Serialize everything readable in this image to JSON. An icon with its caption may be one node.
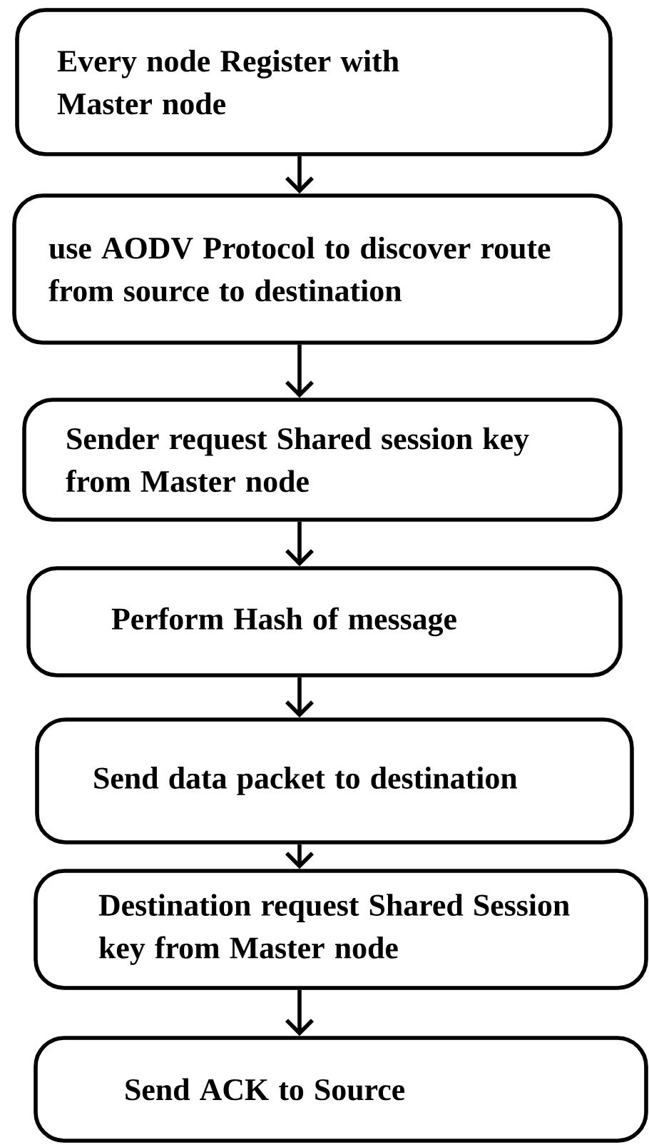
{
  "diagram": {
    "nodes": [
      {
        "text": [
          "Every node Register with Master node"
        ]
      },
      {
        "text": [
          "use AODV Protocol to discover route from source to destination"
        ]
      },
      {
        "text": [
          "Sender request Shared session key from Master node"
        ]
      },
      {
        "text": [
          "Perform Hash of message"
        ]
      },
      {
        "text": [
          "Send data packet to destination"
        ]
      },
      {
        "text": [
          "Destination request Shared Session key from Master node"
        ]
      },
      {
        "text": [
          "Send ACK to Source"
        ]
      }
    ],
    "edges": [
      {
        "from": 0,
        "to": 1,
        "arrow": "to"
      },
      {
        "from": 1,
        "to": 2,
        "arrow": "to"
      },
      {
        "from": 2,
        "to": 3,
        "arrow": "to"
      },
      {
        "from": 3,
        "to": 4,
        "arrow": "to"
      },
      {
        "from": 4,
        "to": 5,
        "arrow": "to"
      },
      {
        "from": 5,
        "to": 6,
        "arrow": "to"
      }
    ]
  }
}
